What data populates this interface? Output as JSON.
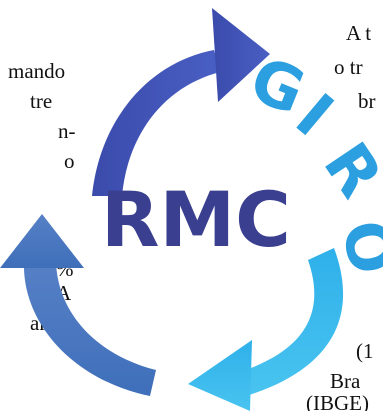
{
  "center_label": "RMC",
  "ring_label": [
    "G",
    "I",
    "R",
    "O"
  ],
  "left_text_fragments": [
    "mando",
    "tre",
    "n-",
    "o",
    "%",
    "A",
    "ara-"
  ],
  "right_text_fragments": [
    "A t",
    "o tr",
    "br",
    "(1",
    "Bra",
    "(IBGE)"
  ],
  "colors": {
    "center_label": "#3a3f8f",
    "ring_label": "#2b9fe0",
    "arrow_top": "#3f4fb0",
    "arrow_left": "#4a7fc8",
    "arrow_right": "#2fb8ea",
    "text": "#111111"
  }
}
